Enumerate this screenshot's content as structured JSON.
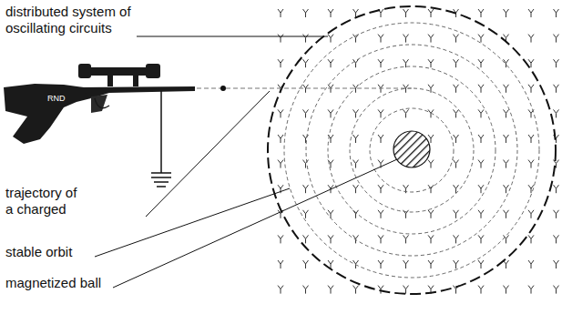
{
  "diagram": {
    "labels": [
      "distributed system of oscillating circuits",
      "trajectory of a charged",
      "stable orbit",
      "magnetized ball",
      "RND"
    ]
  }
}
